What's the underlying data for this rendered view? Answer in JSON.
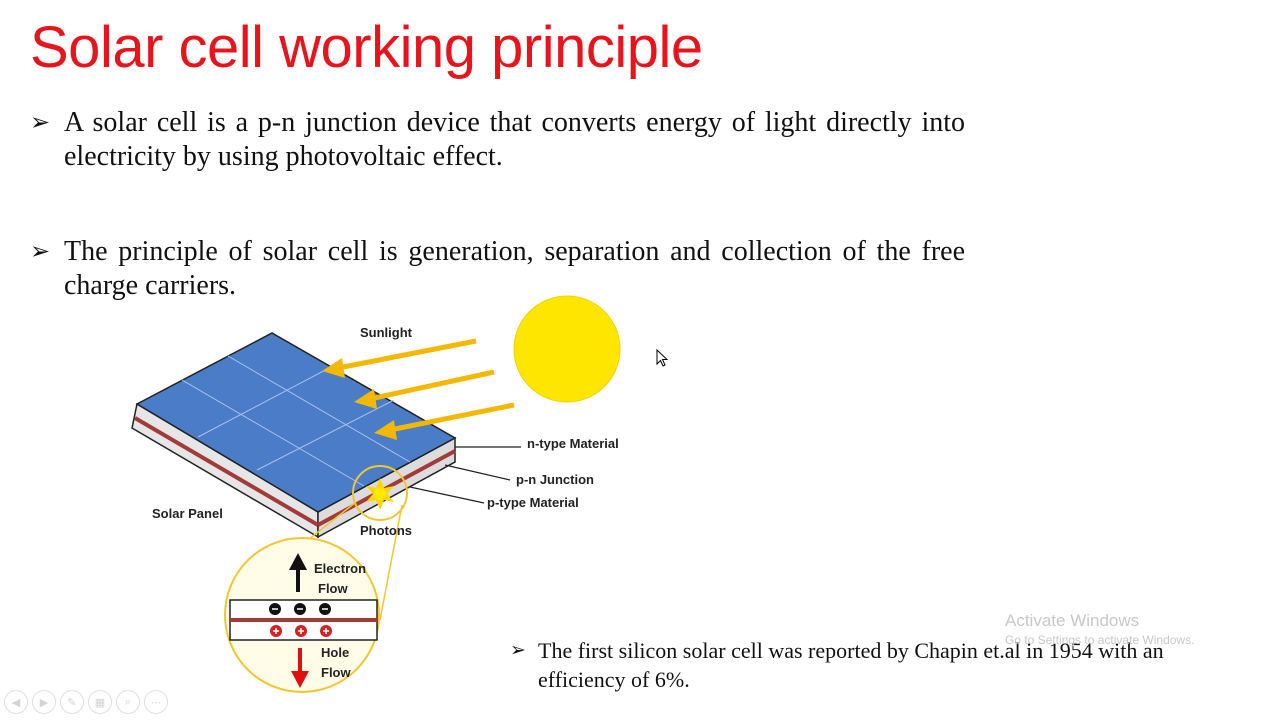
{
  "slide": {
    "title": "Solar cell working principle",
    "bullets": [
      "A solar cell is a p-n junction device that converts energy of light directly into electricity by using photovoltaic effect.",
      "The principle of solar cell is generation, separation and collection of the free charge carriers."
    ],
    "note": "The first silicon solar cell was reported by Chapin et.al in 1954 with an efficiency of 6%.",
    "bullet_marker": "➢"
  },
  "diagram": {
    "labels": {
      "sunlight": "Sunlight",
      "n_type": "n-type Material",
      "pn_junction": "p-n Junction",
      "p_type": "p-type Material",
      "solar_panel": "Solar Panel",
      "photons": "Photons",
      "electron_flow_1": "Electron",
      "electron_flow_2": "Flow",
      "hole_flow_1": "Hole",
      "hole_flow_2": "Flow"
    },
    "colors": {
      "panel_top": "#4a7cc7",
      "junction": "#a33a3a",
      "sun": "#ffe600",
      "arrows": "#f5b800",
      "magnifier": "#f2c531",
      "carriers": "#d42222"
    }
  },
  "watermark": {
    "line1": "Activate Windows",
    "line2": "Go to Settings to activate Windows."
  },
  "controls": {
    "icons": [
      "prev-icon",
      "next-icon",
      "pen-icon",
      "slides-icon",
      "zoom-icon",
      "more-icon"
    ]
  }
}
